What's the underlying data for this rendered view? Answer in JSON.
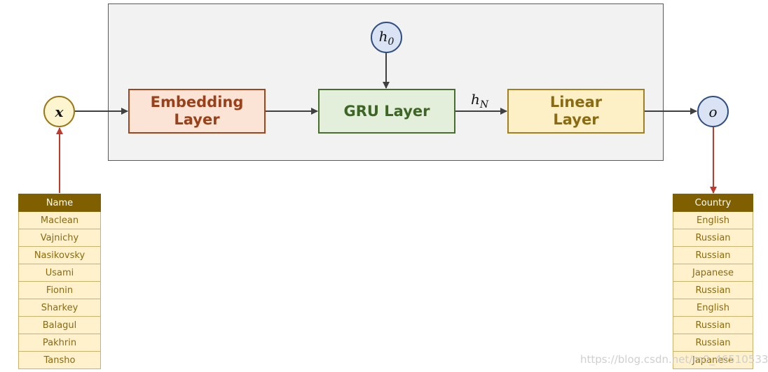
{
  "diagram": {
    "embedding": {
      "line1": "Embedding",
      "line2": "Layer"
    },
    "gru": {
      "label": "GRU Layer"
    },
    "linear": {
      "line1": "Linear",
      "line2": "Layer"
    },
    "input_node": "x",
    "output_node": "o",
    "hidden_init": {
      "base": "h",
      "sub": "0"
    },
    "hidden_final": {
      "base": "h",
      "sub": "N"
    },
    "colors": {
      "embedding_fill": "#fbe3d6",
      "gru_fill": "#e3efda",
      "linear_fill": "#fdf0c6",
      "node_blue": "#dae3f3",
      "table_header": "#7f5f00",
      "table_cell": "#fef1cc",
      "feed_arrow": "#c0392b"
    }
  },
  "name_table": {
    "header": "Name",
    "rows": [
      "Maclean",
      "Vajnichy",
      "Nasikovsky",
      "Usami",
      "Fionin",
      "Sharkey",
      "Balagul",
      "Pakhrin",
      "Tansho"
    ]
  },
  "country_table": {
    "header": "Country",
    "rows": [
      "English",
      "Russian",
      "Russian",
      "Japanese",
      "Russian",
      "English",
      "Russian",
      "Russian",
      "Japanese"
    ]
  },
  "watermark": "https://blog.csdn.net/m0_46510533"
}
